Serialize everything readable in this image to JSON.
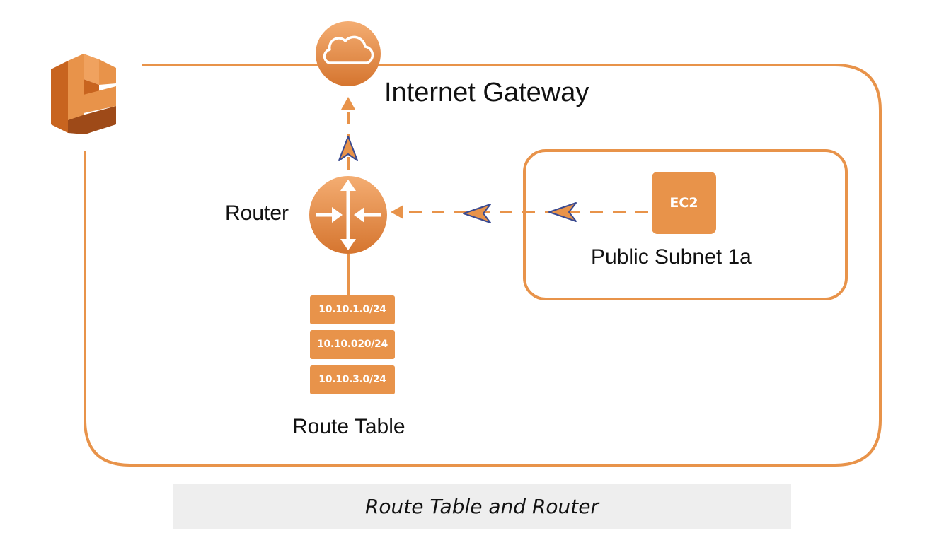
{
  "colors": {
    "accent": "#e8934a",
    "accent_dark": "#c8641f",
    "arrow_fill": "#e8934a",
    "arrow_outline": "#3a4a90",
    "caption_bg": "#eeeeee",
    "text": "#111111"
  },
  "nodes": {
    "internet_gateway": {
      "label": "Internet Gateway",
      "icon": "cloud-icon"
    },
    "router": {
      "label": "Router",
      "icon": "router-icon"
    },
    "ec2": {
      "label": "EC2"
    },
    "public_subnet": {
      "label": "Public Subnet 1a"
    },
    "vpc": {
      "icon": "aws-vpc-icon"
    }
  },
  "route_table": {
    "label": "Route Table",
    "routes": [
      "10.10.1.0/24",
      "10.10.020/24",
      "10.10.3.0/24"
    ]
  },
  "caption": {
    "text": "Route Table and Router"
  }
}
